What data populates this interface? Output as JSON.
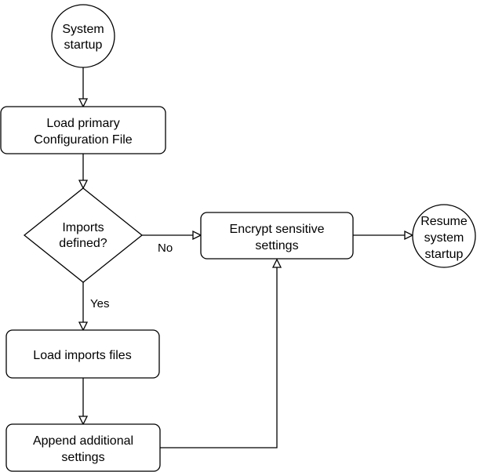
{
  "nodes": {
    "startup": {
      "line1": "System",
      "line2": "startup"
    },
    "load_primary": {
      "line1": "Load primary",
      "line2": "Configuration File"
    },
    "imports_defined": {
      "line1": "Imports",
      "line2": "defined?"
    },
    "encrypt": {
      "line1": "Encrypt sensitive",
      "line2": "settings"
    },
    "resume": {
      "line1": "Resume",
      "line2": "system",
      "line3": "startup"
    },
    "load_imports": {
      "line1": "Load imports files"
    },
    "append": {
      "line1": "Append additional",
      "line2": "settings"
    }
  },
  "edges": {
    "no_label": "No",
    "yes_label": "Yes"
  }
}
